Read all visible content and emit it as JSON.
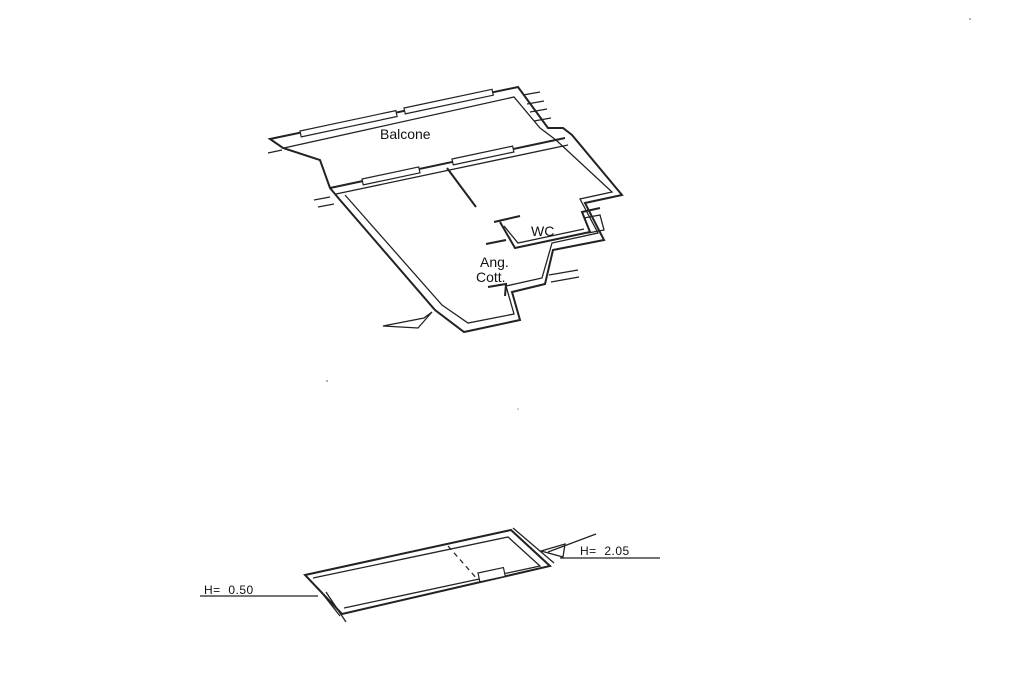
{
  "plan": {
    "rooms": {
      "balcone": "Balcone",
      "wc": "WC",
      "ang_line1": "Ang.",
      "ang_line2": "Cott."
    },
    "heights": {
      "left": "H=  0.50",
      "right": "H=  2.05"
    }
  },
  "colors": {
    "line": "#222222",
    "background": "#ffffff"
  }
}
